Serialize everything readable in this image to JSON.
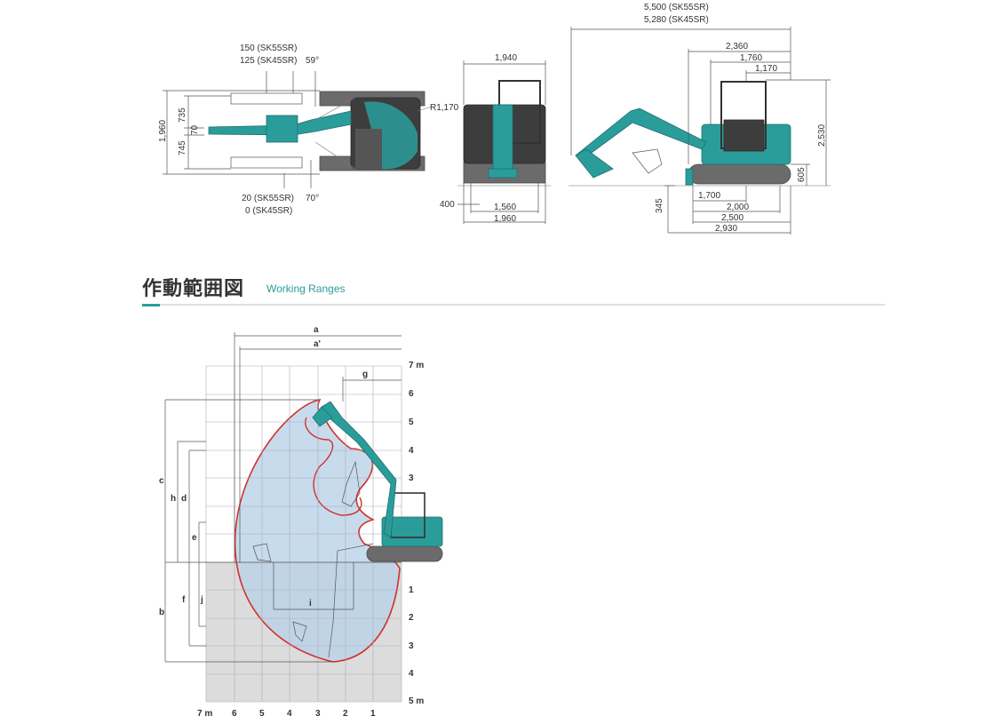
{
  "section": {
    "title": "作動範囲図",
    "subtitle": "Working Ranges"
  },
  "top_view": {
    "boom_offset_upper": [
      "150 (SK55SR)",
      "125 (SK45SR)"
    ],
    "swing_angle_top": "59°",
    "radius": "R1,170",
    "overall_width": "1,960",
    "upper_dim": "735",
    "mid_dim": "70",
    "lower_dim": "745",
    "boom_offset_lower": [
      "20 (SK55SR)",
      "0 (SK45SR)"
    ],
    "swing_angle_bottom": "70°"
  },
  "front_view": {
    "cab_width": "1,940",
    "blade_height": "400",
    "track_gauge": "1,560",
    "track_width": "1,960"
  },
  "side_view": {
    "overall_length": [
      "5,500 (SK55SR)",
      "5,280 (SK45SR)"
    ],
    "dim_2360": "2,360",
    "dim_1760": "1,760",
    "dim_1170": "1,170",
    "height": "2,530",
    "track_height": "605",
    "blade_drop": "345",
    "dim_1700": "1,700",
    "dim_2000": "2,000",
    "dim_2500": "2,500",
    "dim_2930": "2,930"
  },
  "working_range": {
    "letters": [
      "a",
      "a'",
      "g",
      "c",
      "h",
      "d",
      "e",
      "b",
      "f",
      "j",
      "i"
    ],
    "right_axis": [
      "7 m",
      "6",
      "5",
      "4",
      "3",
      "1",
      "2",
      "3",
      "4",
      "5 m"
    ],
    "bottom_axis": [
      "7 m",
      "6",
      "5",
      "4",
      "3",
      "2",
      "1"
    ]
  },
  "colors": {
    "teal": "#2a9d9b",
    "envelope_stroke": "#d0312d",
    "envelope_fill": "#b9d2e8",
    "ground_fill": "#dcdcdc"
  }
}
